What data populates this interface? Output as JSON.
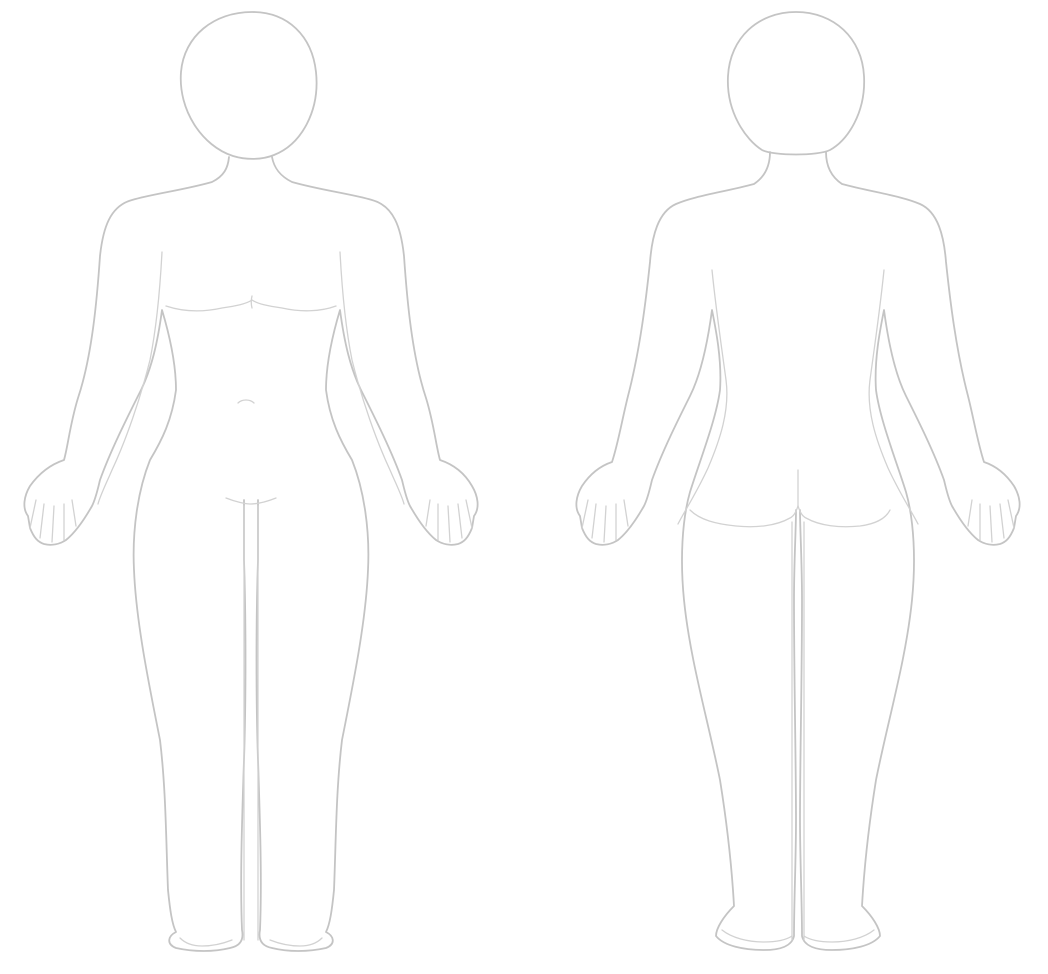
{
  "figure": {
    "views": [
      {
        "id": "front",
        "kind": "front view"
      },
      {
        "id": "back",
        "kind": "back view"
      }
    ],
    "colors": {
      "background": "#ffffff",
      "outline": "#c4c4c4",
      "detail": "#d2d2d2"
    }
  }
}
